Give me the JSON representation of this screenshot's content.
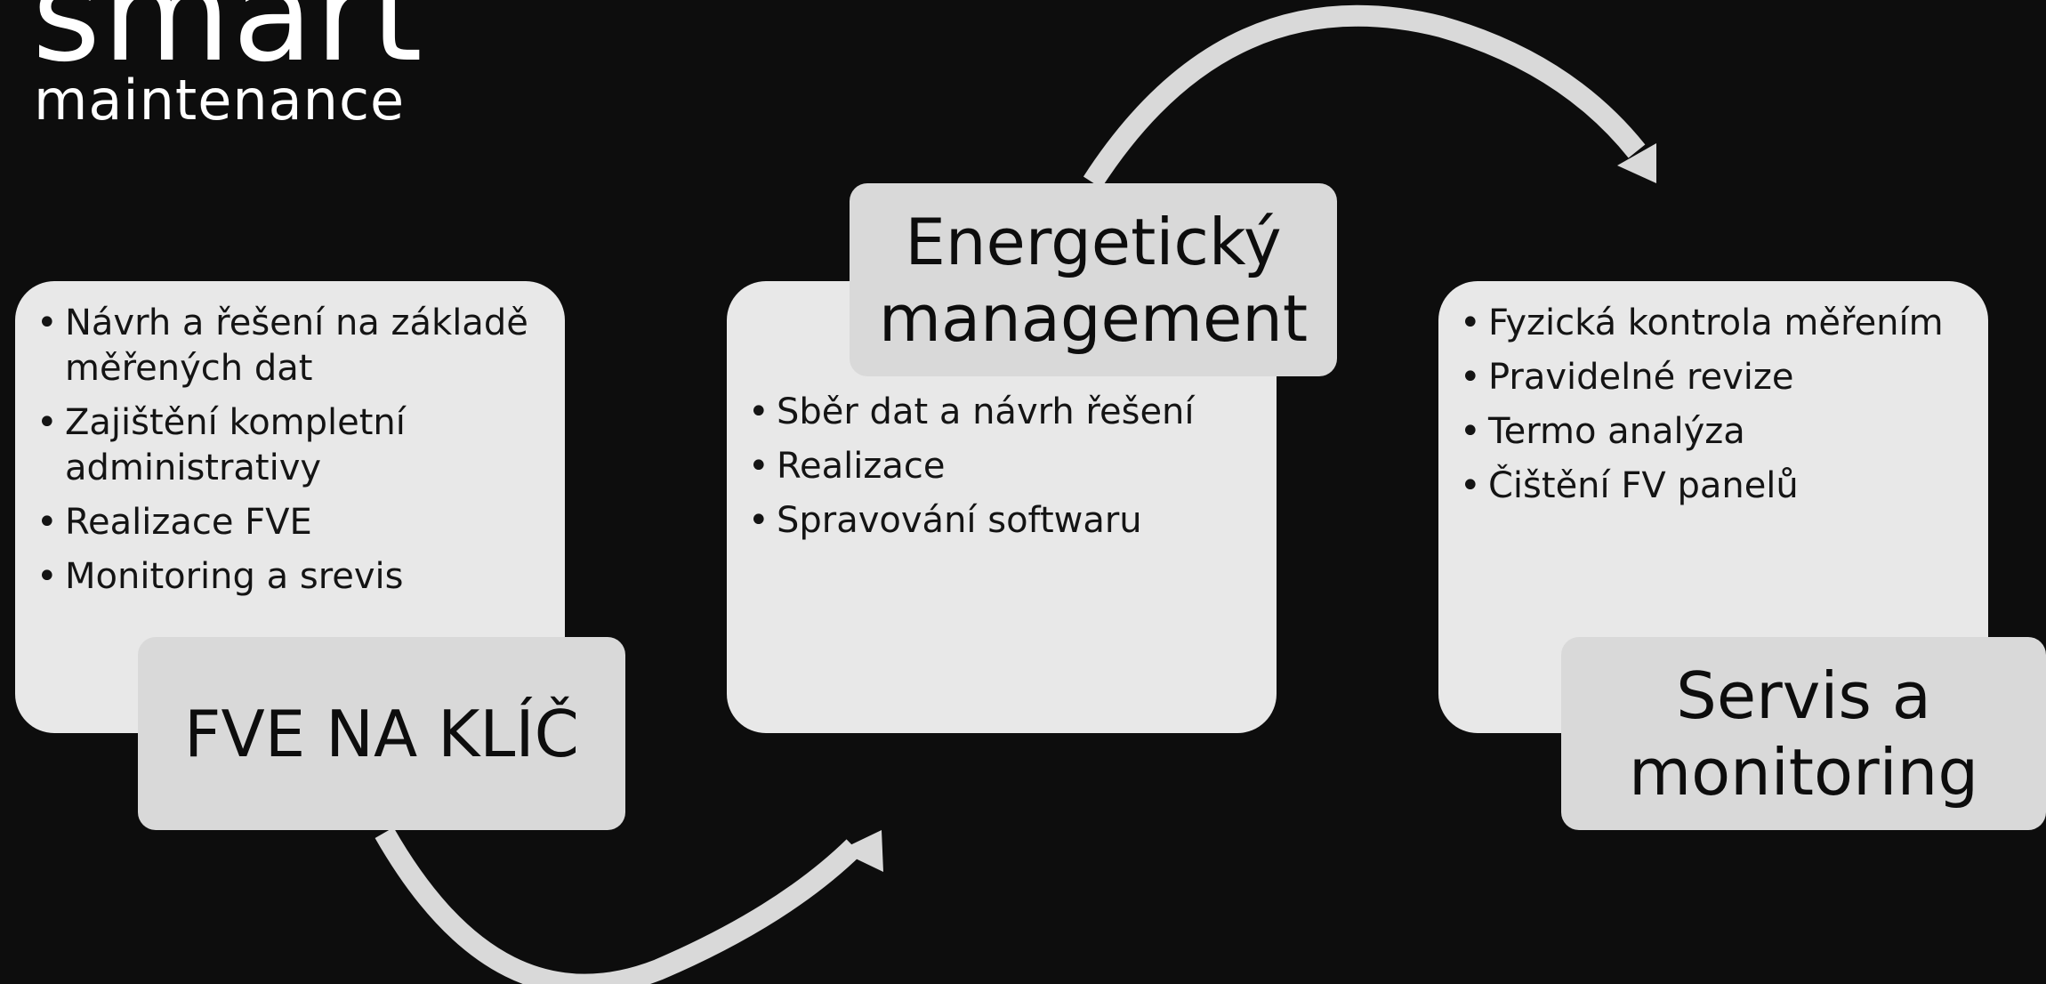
{
  "logo": {
    "word1": "smart",
    "word2": "maintenance"
  },
  "colors": {
    "background": "#0d0d0d",
    "card": "#e8e8e8",
    "label": "#d9d9d9",
    "arrow": "#d9d9d9",
    "text": "#141414"
  },
  "steps": [
    {
      "title": "FVE NA KLÍČ",
      "items": [
        "Návrh a řešení na základě měřených dat",
        "Zajištění kompletní administrativy",
        "Realizace FVE",
        "Monitoring a srevis"
      ]
    },
    {
      "title": "Energetický management",
      "items": [
        "Sběr dat a návrh řešení",
        "Realizace",
        "Spravování softwaru"
      ]
    },
    {
      "title": "Servis a monitoring",
      "items": [
        "Fyzická kontrola měřením",
        "Pravidelné revize",
        "Termo analýza",
        "Čištění FV panelů"
      ]
    }
  ]
}
